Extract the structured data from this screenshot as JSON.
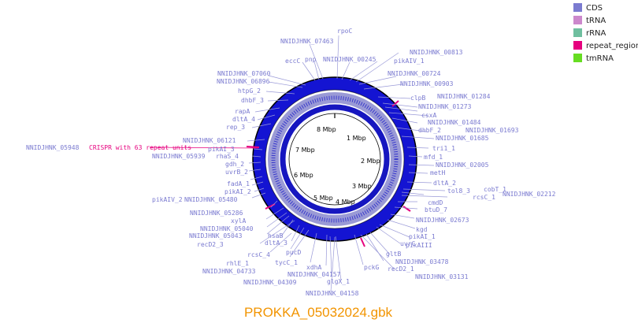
{
  "title": "PROKKA_05032024.gbk",
  "legend": [
    {
      "label": "CDS",
      "color": "#7b7bd0"
    },
    {
      "label": "tRNA",
      "color": "#cc88cc"
    },
    {
      "label": "rRNA",
      "color": "#6fbf9f"
    },
    {
      "label": "repeat_region",
      "color": "#e6007e"
    },
    {
      "label": "tmRNA",
      "color": "#66dd22"
    }
  ],
  "ticks": [
    "1 Mbp",
    "2 Mbp",
    "3 Mbp",
    "4 Mbp",
    "5 Mbp",
    "6 Mbp",
    "7 Mbp",
    "8 Mbp"
  ],
  "labels": [
    {
      "text": "NNIDJHNK_07463"
    },
    {
      "text": "rpoC"
    },
    {
      "text": "eccC"
    },
    {
      "text": "pnp"
    },
    {
      "text": "NNIDJHNK_00245"
    },
    {
      "text": "NNIDJHNK_00813"
    },
    {
      "text": "pikAIV_1"
    },
    {
      "text": "NNIDJHNK_07060"
    },
    {
      "text": "NNIDJHNK_00724"
    },
    {
      "text": "NNIDJHNK_06896"
    },
    {
      "text": "NNIDJHNK_00903"
    },
    {
      "text": "htpG_2"
    },
    {
      "text": "dhbF_3"
    },
    {
      "text": "clpB"
    },
    {
      "text": "NNIDJHNK_01284"
    },
    {
      "text": "NNIDJHNK_01273"
    },
    {
      "text": "rapA"
    },
    {
      "text": "csxA"
    },
    {
      "text": "dltA_4"
    },
    {
      "text": "NNIDJHNK_01484"
    },
    {
      "text": "rep_3"
    },
    {
      "text": "dhbF_2"
    },
    {
      "text": "NNIDJHNK_01693"
    },
    {
      "text": "NNIDJHNK_06121"
    },
    {
      "text": "NNIDJHNK_01685"
    },
    {
      "text": "NNIDJHNK_05948"
    },
    {
      "text": "CRISPR with 63 repeat units"
    },
    {
      "text": "pikAI_3"
    },
    {
      "text": "tri1_1"
    },
    {
      "text": "NNIDJHNK_05939"
    },
    {
      "text": "rhaS_4"
    },
    {
      "text": "mfd_1"
    },
    {
      "text": "gdh_2"
    },
    {
      "text": "NNIDJHNK_02005"
    },
    {
      "text": "uvrB_2"
    },
    {
      "text": "metH"
    },
    {
      "text": "fadA_1"
    },
    {
      "text": "dltA_2"
    },
    {
      "text": "cobT_1"
    },
    {
      "text": "pikAI_2"
    },
    {
      "text": "tol8_3"
    },
    {
      "text": "rcsC_1"
    },
    {
      "text": "NNIDJHNK_02212"
    },
    {
      "text": "pikAIV_2"
    },
    {
      "text": "NNIDJHNK_05480"
    },
    {
      "text": "cmdD"
    },
    {
      "text": "btuD_7"
    },
    {
      "text": "NNIDJHNK_05286"
    },
    {
      "text": "xylA"
    },
    {
      "text": "NNIDJHNK_02673"
    },
    {
      "text": "NNIDJHNK_05040"
    },
    {
      "text": "kgd"
    },
    {
      "text": "NNIDJHNK_05043"
    },
    {
      "text": "hsaB"
    },
    {
      "text": "pikAI_1"
    },
    {
      "text": "recD2_3"
    },
    {
      "text": "dltA_3"
    },
    {
      "text": "uvrC"
    },
    {
      "text": "pikAIII"
    },
    {
      "text": "rcsC_4"
    },
    {
      "text": "pucD"
    },
    {
      "text": "gltB"
    },
    {
      "text": "rhlE_1"
    },
    {
      "text": "tycC_1"
    },
    {
      "text": "NNIDJHNK_03478"
    },
    {
      "text": "NNIDJHNK_04733"
    },
    {
      "text": "xdhA"
    },
    {
      "text": "pckG"
    },
    {
      "text": "recD2_1"
    },
    {
      "text": "NNIDJHNK_04157"
    },
    {
      "text": "NNIDJHNK_03131"
    },
    {
      "text": "NNIDJHNK_04309"
    },
    {
      "text": "glgX_1"
    },
    {
      "text": "NNIDJHNK_04158"
    }
  ]
}
